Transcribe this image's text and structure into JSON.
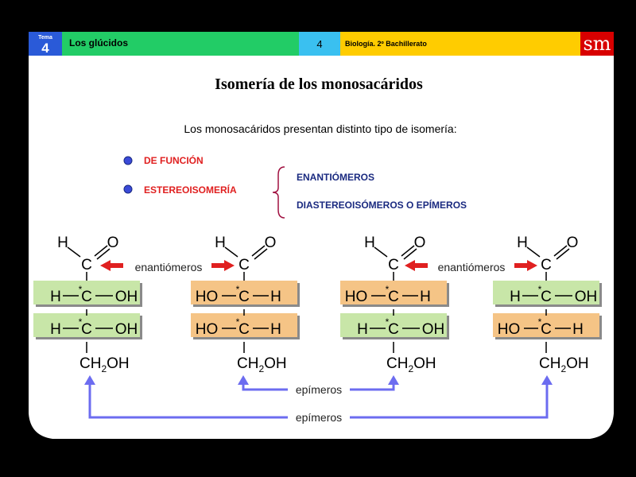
{
  "header": {
    "tema_label": "Tema",
    "tema_number": "4",
    "title": "Los glúcidos",
    "page_number": "4",
    "subject": "Biología. 2º Bachillerato",
    "logo": "sm"
  },
  "slide": {
    "title": "Isomería de los monosacáridos",
    "intro": "Los monosacáridos presentan distinto tipo de isomería:",
    "bullets": [
      "DE FUNCIÓN",
      "ESTEREOISOMERÍA"
    ],
    "subtypes": [
      "ENANTIÓMEROS",
      "DIASTEREOISÓMEROS O EPÍMEROS"
    ]
  },
  "labels": {
    "enantiomers": "enantiómeros",
    "epimers": "epímeros"
  },
  "molecules": [
    {
      "rows": [
        [
          "H",
          "OH"
        ],
        [
          "H",
          "OH"
        ]
      ]
    },
    {
      "rows": [
        [
          "HO",
          "H"
        ],
        [
          "HO",
          "H"
        ]
      ]
    },
    {
      "rows": [
        [
          "HO",
          "H"
        ],
        [
          "H",
          "OH"
        ]
      ]
    },
    {
      "rows": [
        [
          "H",
          "OH"
        ],
        [
          "HO",
          "H"
        ]
      ]
    }
  ],
  "atoms": {
    "H": "H",
    "O": "O",
    "C": "C",
    "star": "*",
    "ch2": "CH",
    "sub2": "2",
    "oh": "OH"
  },
  "colors": {
    "green_row": "#c8e6a8",
    "orange_row": "#f5c486",
    "red_text": "#e02020",
    "blue_text": "#1a2a80",
    "arrow_blue": "#6c6cf0",
    "arrow_red": "#e02020",
    "header_green": "#22cc66",
    "header_blue": "#2a5ad8",
    "header_cyan": "#3ac0f0",
    "header_yellow": "#ffcc00",
    "logo_red": "#d80000"
  }
}
